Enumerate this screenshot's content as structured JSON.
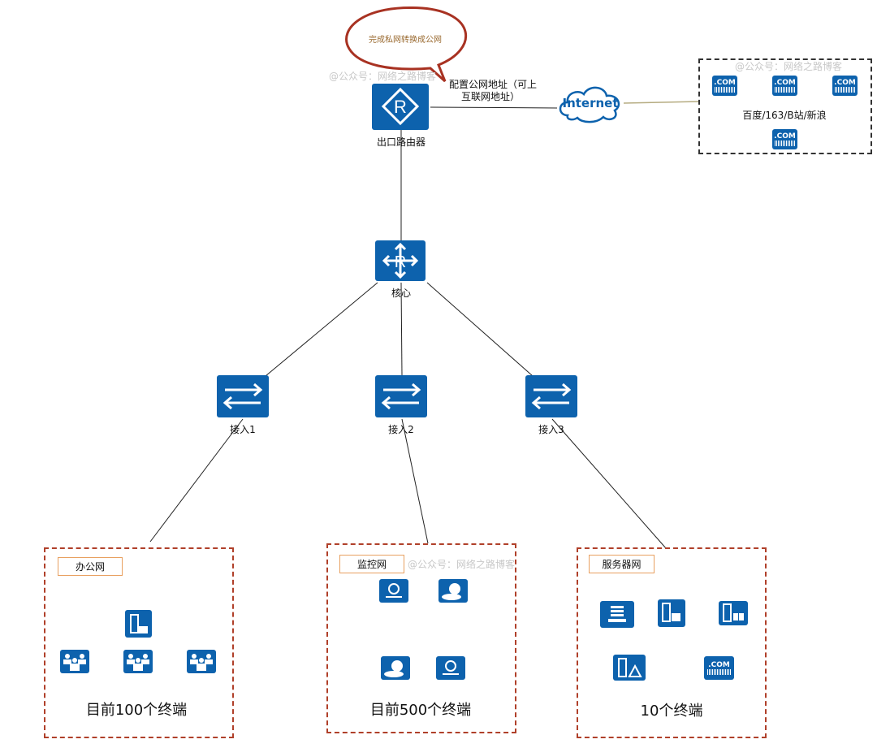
{
  "bubble": {
    "text": "完成私网转换成公网"
  },
  "router": {
    "label": "出口路由器",
    "icon": "router-icon"
  },
  "link_label": {
    "line1": "配置公网地址（可上",
    "line2": "互联网地址）"
  },
  "internet": {
    "label": "Internet",
    "icon": "cloud-icon"
  },
  "external": {
    "label": "百度/163/B站/新浪",
    "com_text": ".COM"
  },
  "core": {
    "label": "核心",
    "icon": "core-switch-icon"
  },
  "access": [
    {
      "label": "接入1"
    },
    {
      "label": "接入2"
    },
    {
      "label": "接入3"
    }
  ],
  "zones": [
    {
      "tag": "办公网",
      "count": "目前100个终端"
    },
    {
      "tag": "监控网",
      "count": "目前500个终端"
    },
    {
      "tag": "服务器网",
      "count": "10个终端"
    }
  ],
  "watermark": "@公众号：网络之路博客",
  "colors": {
    "icon_blue": "#0d62ad",
    "zone_border": "#b0402a",
    "tag_border": "#e8a060",
    "bubble_border": "#a83222",
    "bubble_text": "#9a6a30"
  }
}
